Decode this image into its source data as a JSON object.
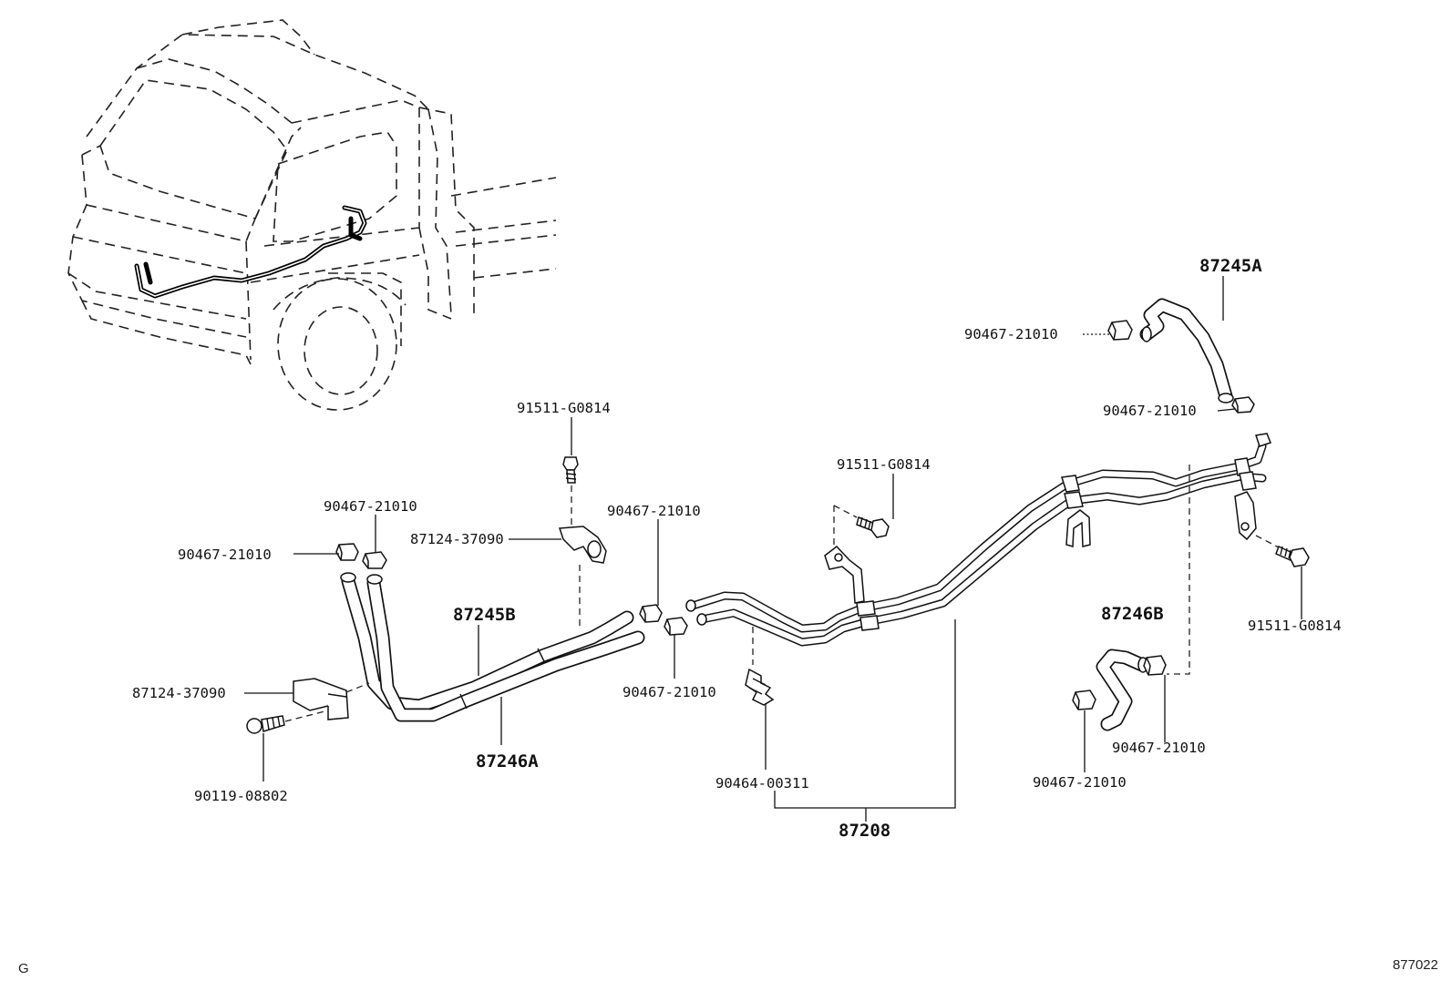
{
  "labels": {
    "p91511_top": "91511-G0814",
    "p90467_a": "90467-21010",
    "p90467_b": "90467-21010",
    "p87124_top": "87124-37090",
    "p90467_mid_top": "90467-21010",
    "p87245B": "87245B",
    "p87124_left": "87124-37090",
    "p90467_mid_bot": "90467-21010",
    "p87246A": "87246A",
    "p90119": "90119-08802",
    "p91511_mid": "91511-G0814",
    "p90464": "90464-00311",
    "p87208": "87208",
    "p87245A": "87245A",
    "p90467_r1": "90467-21010",
    "p90467_r2": "90467-21010",
    "p91511_right": "91511-G0814",
    "p87246B": "87246B",
    "p90467_r3": "90467-21010",
    "p90467_r4": "90467-21010"
  },
  "footer": {
    "left_code": "G",
    "right_code": "877022"
  },
  "icons": [
    "truck-cab-outline",
    "hose-clamp",
    "flange-bolt",
    "pipe-clamp-bracket",
    "heater-hose",
    "heater-water-pipe"
  ]
}
